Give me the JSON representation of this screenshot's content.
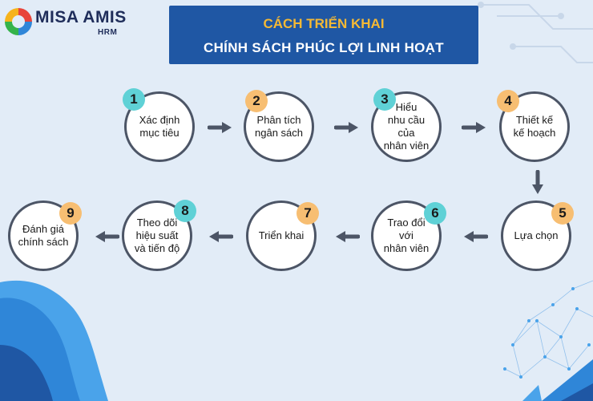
{
  "logo": {
    "brand": "MISA AMIS",
    "sub": "HRM"
  },
  "title": {
    "line1": "CÁCH TRIỂN KHAI",
    "line2": "CHÍNH SÁCH PHÚC LỢI LINH HOẠT"
  },
  "steps": [
    {
      "number": "1",
      "label": "Xác định\nmục tiêu",
      "badge_color": "#5fd1d6"
    },
    {
      "number": "2",
      "label": "Phân tích\nngân sách",
      "badge_color": "#f7be72"
    },
    {
      "number": "3",
      "label": "Hiểu\nnhu cầu\ncủa\nnhân viên",
      "badge_color": "#5fd1d6"
    },
    {
      "number": "4",
      "label": "Thiết kế\nkế hoạch",
      "badge_color": "#f7be72"
    },
    {
      "number": "5",
      "label": "Lựa chọn",
      "badge_color": "#f7be72"
    },
    {
      "number": "6",
      "label": "Trao đổi\nvới\nnhân viên",
      "badge_color": "#5fd1d6"
    },
    {
      "number": "7",
      "label": "Triển khai",
      "badge_color": "#f7be72"
    },
    {
      "number": "8",
      "label": "Theo dõi\nhiệu suất\nvà tiến độ",
      "badge_color": "#5fd1d6"
    },
    {
      "number": "9",
      "label": "Đánh giá\nchính sách",
      "badge_color": "#f7be72"
    }
  ],
  "colors": {
    "title_bg": "#1f57a4",
    "title_accent": "#f5b935",
    "arrow": "#4c5566",
    "circle_border": "#4c5566"
  },
  "icons": [
    "arrow-right-icon",
    "arrow-down-icon",
    "arrow-left-icon"
  ]
}
